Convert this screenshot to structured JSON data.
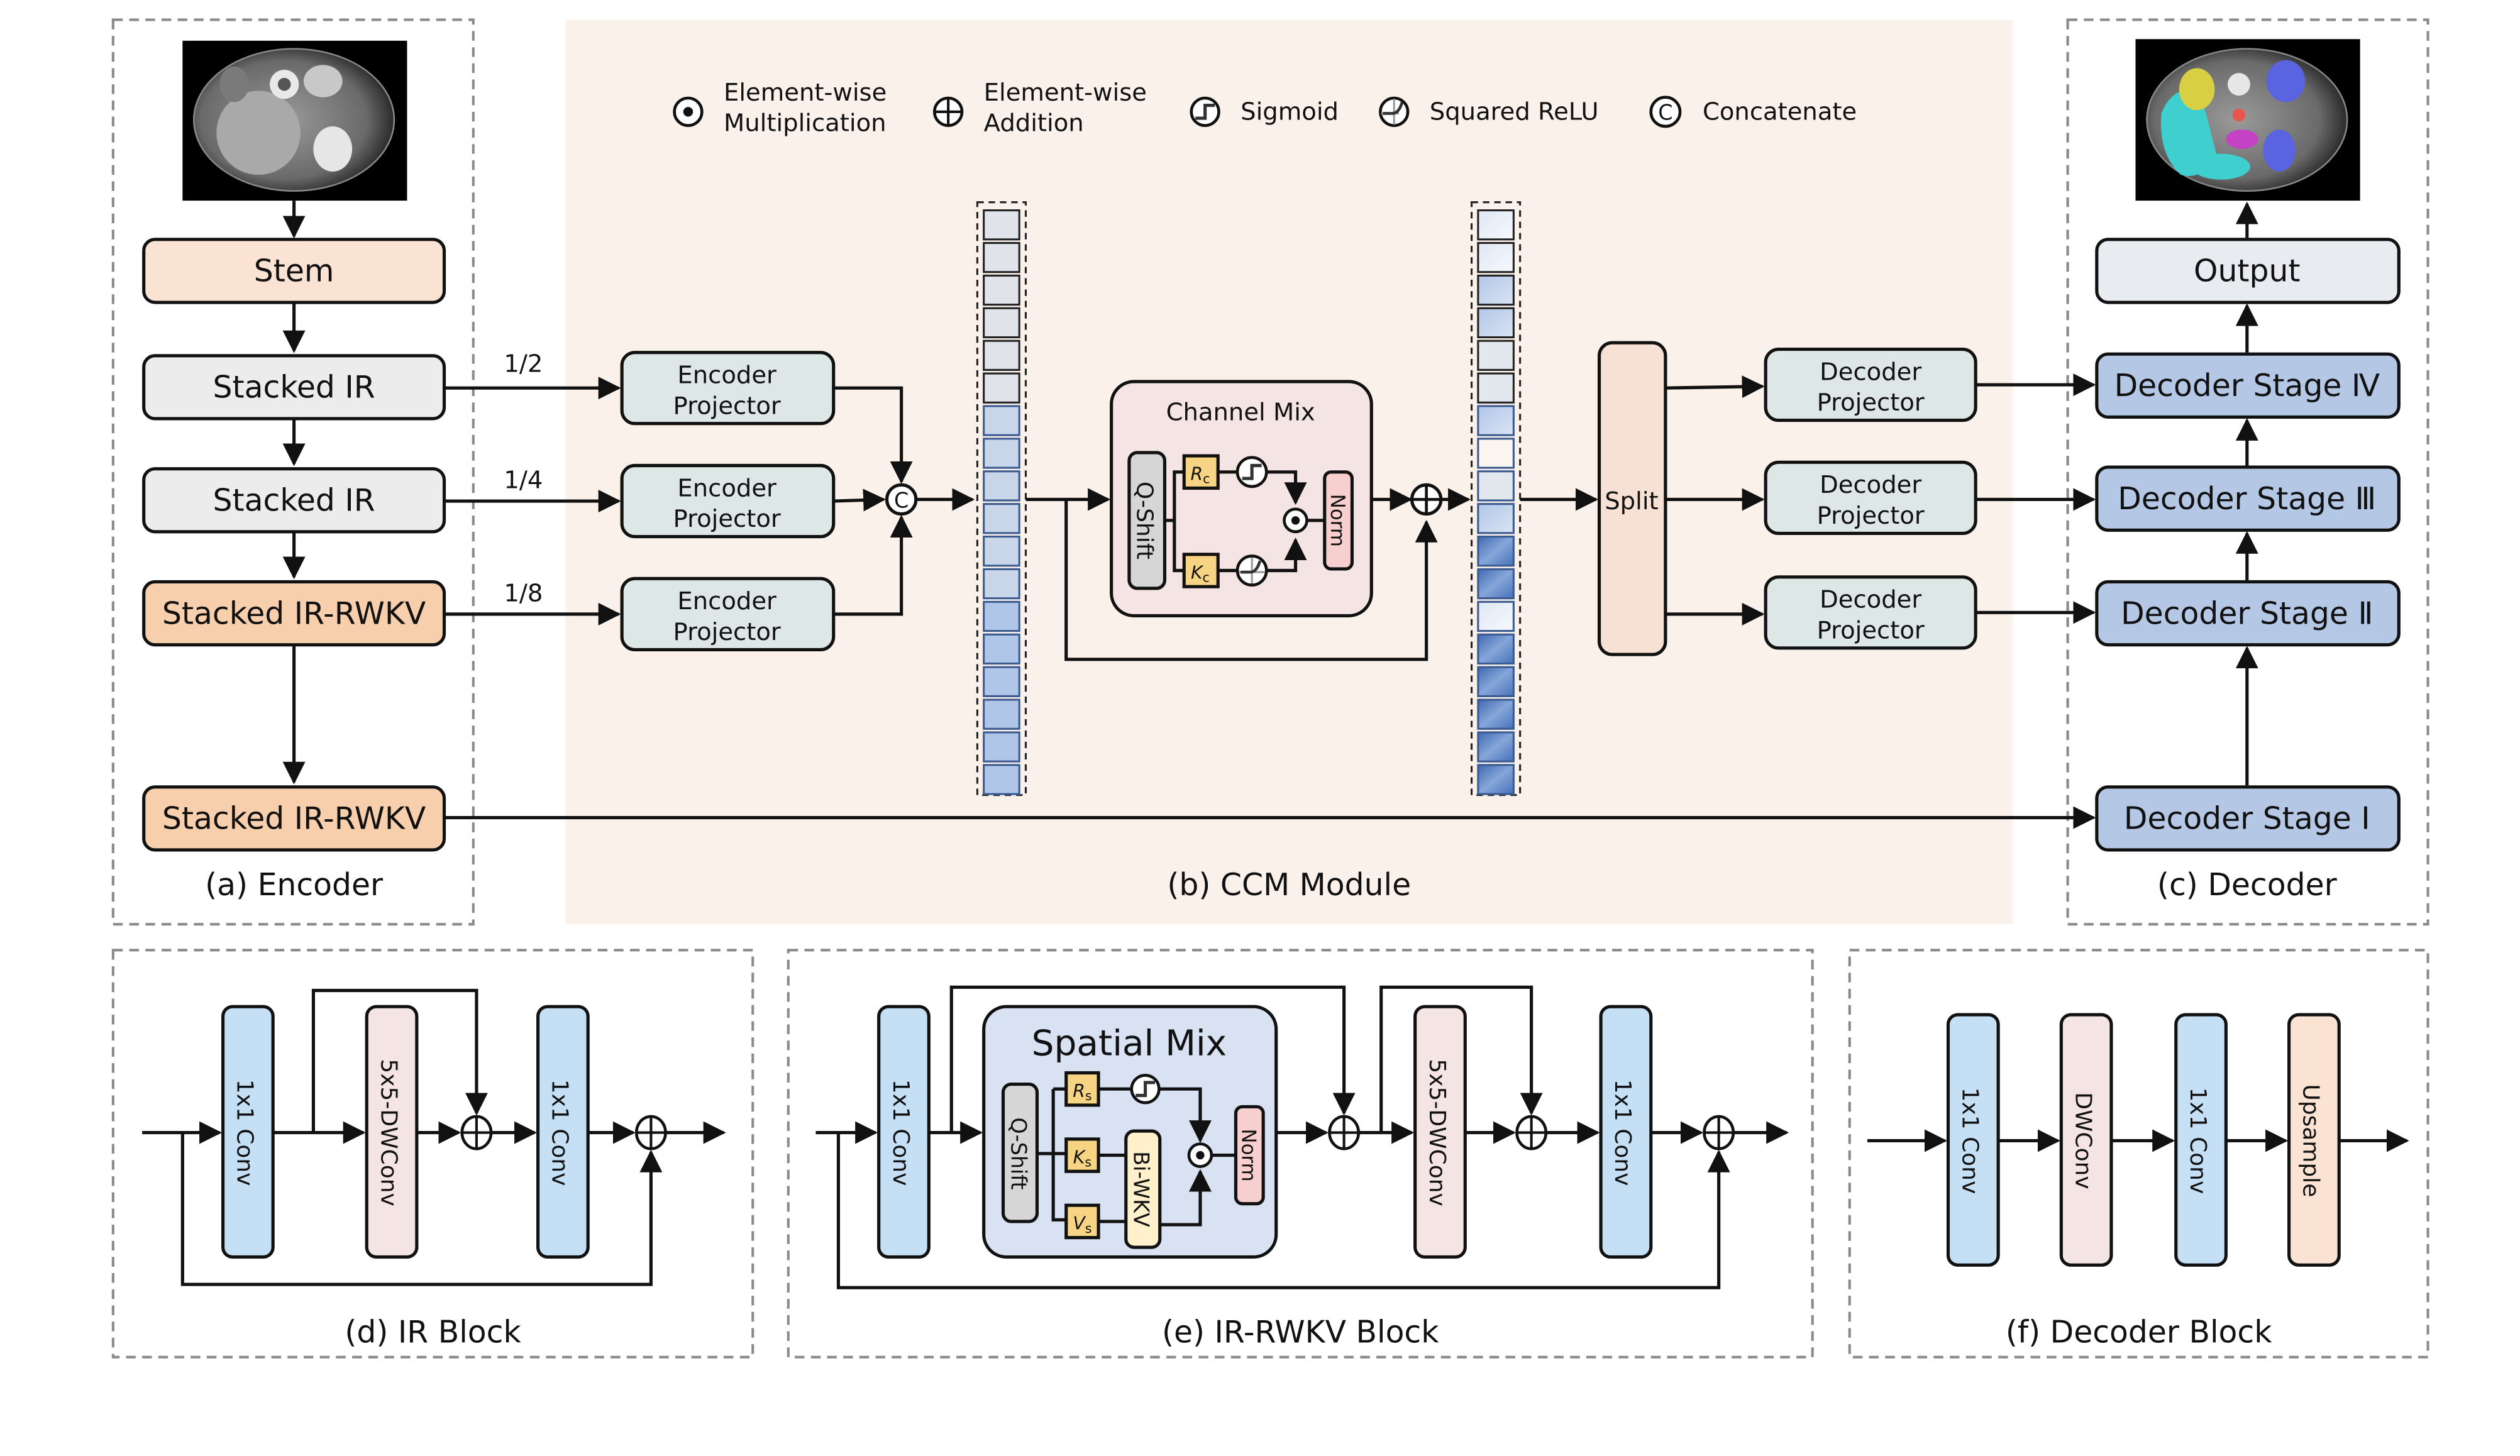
{
  "colors": {
    "ccm_bg": "#fbf1eb",
    "stem": "#fbe3d4",
    "stacked_ir": "#ececec",
    "stacked_rwkv": "#f8cfac",
    "projector": "#dde8e6",
    "decoder_stage": "#b4c8e6",
    "output": "#e8ebf0",
    "split": "#f6e1d4",
    "channel_mix": "#f5e4e4",
    "spatial_mix": "#d8e2f2",
    "qshift": "#d6d6d6",
    "rkv": "#f6d483",
    "norm": "#f7cfcf",
    "biwkv": "#fff1cc",
    "conv1x1": "#c5e0f5",
    "dwconv": "#f5e4e4",
    "upsample": "#fbe3d4"
  },
  "legend": [
    {
      "icon": "element-wise-multiplication-icon",
      "line1": "Element-wise",
      "line2": "Multiplication"
    },
    {
      "icon": "element-wise-addition-icon",
      "line1": "Element-wise",
      "line2": "Addition"
    },
    {
      "icon": "sigmoid-icon",
      "line1": "Sigmoid",
      "line2": ""
    },
    {
      "icon": "squared-relu-icon",
      "line1": "Squared ReLU",
      "line2": ""
    },
    {
      "icon": "concatenate-icon",
      "line1": "Concatenate",
      "line2": ""
    }
  ],
  "encoder": {
    "caption": "(a) Encoder",
    "input_image": "CT scan (abdominal axial slice)",
    "stem": "Stem",
    "stages": [
      "Stacked IR",
      "Stacked IR",
      "Stacked IR-RWKV",
      "Stacked  IR-RWKV"
    ],
    "scales": [
      "1/2",
      "1/4",
      "1/8"
    ]
  },
  "ccm": {
    "caption": "(b) CCM Module",
    "encoder_projector": [
      "Encoder",
      "Projector"
    ],
    "decoder_projector": [
      "Decoder",
      "Projector"
    ],
    "channel_mix": {
      "title": "Channel Mix",
      "qshift": "Q-Shift",
      "r": "R",
      "k": "K",
      "sub": "c",
      "norm": "Norm"
    },
    "split": "Split",
    "token_count": 18
  },
  "decoder": {
    "caption": "(c) Decoder",
    "output": "Output",
    "output_image": "CT scan with colored organ segmentation",
    "stages": [
      "Decoder Stage Ⅳ",
      "Decoder Stage Ⅲ",
      "Decoder Stage Ⅱ",
      "Decoder Stage  Ⅰ"
    ]
  },
  "ir_block": {
    "caption": "(d) IR Block",
    "blocks": [
      "1x1 Conv",
      "5x5-DWConv",
      "1x1 Conv"
    ]
  },
  "ir_rwkv_block": {
    "caption": "(e) IR-RWKV Block",
    "conv_in": "1x1 Conv",
    "spatial_mix": {
      "title": "Spatial Mix",
      "qshift": "Q-Shift",
      "r": "R",
      "k": "K",
      "v": "V",
      "sub": "s",
      "biwkv": "Bi-WKV",
      "norm": "Norm"
    },
    "dwconv": "5x5-DWConv",
    "conv_out": "1x1 Conv"
  },
  "decoder_block": {
    "caption": "(f) Decoder Block",
    "blocks": [
      "1x1 Conv",
      "DWConv",
      "1x1 Conv",
      "Upsample"
    ]
  }
}
